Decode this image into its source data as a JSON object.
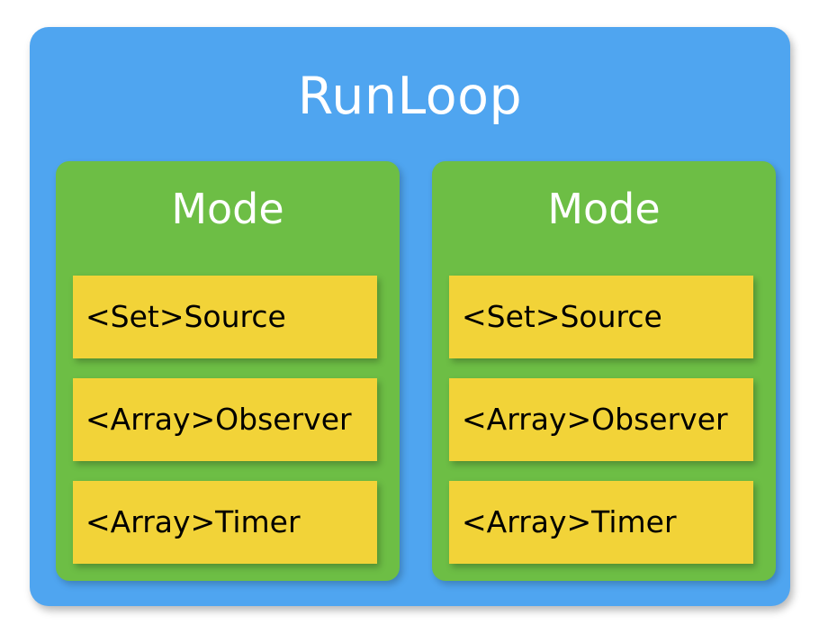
{
  "diagram": {
    "title": "RunLoop",
    "colors": {
      "container": "#4FA5F0",
      "panel": "#6DBE45",
      "item": "#F2D338",
      "title_text": "#FFFFFF",
      "item_text": "#000000"
    },
    "panels": [
      {
        "title": "Mode",
        "items": [
          {
            "label": "<Set>Source"
          },
          {
            "label": "<Array>Observer"
          },
          {
            "label": "<Array>Timer"
          }
        ]
      },
      {
        "title": "Mode",
        "items": [
          {
            "label": "<Set>Source"
          },
          {
            "label": "<Array>Observer"
          },
          {
            "label": "<Array>Timer"
          }
        ]
      }
    ]
  }
}
